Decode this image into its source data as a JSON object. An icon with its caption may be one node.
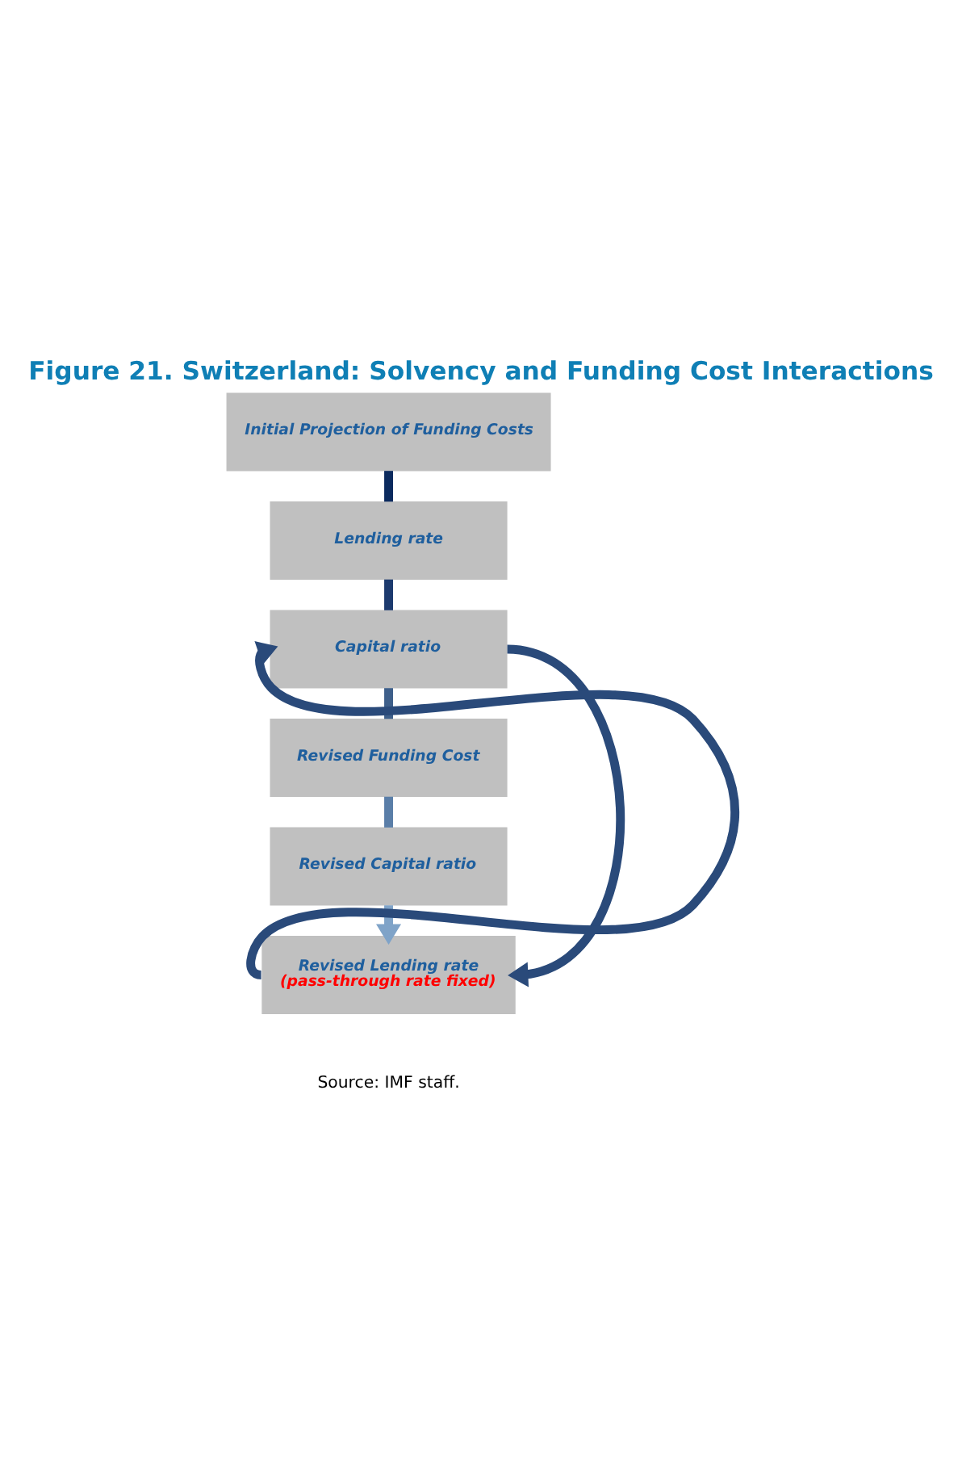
{
  "diagram": {
    "title": "Figure 21. Switzerland: Solvency and Funding Cost Interactions",
    "caption": "Source: IMF staff.",
    "nodes": [
      {
        "text": [
          "Initial Projection of Funding Costs"
        ]
      },
      {
        "text": [
          "Lending rate"
        ]
      },
      {
        "text": [
          "Capital ratio"
        ]
      },
      {
        "text": [
          "Revised Funding Cost"
        ]
      },
      {
        "text": [
          "Revised Capital ratio"
        ]
      },
      {
        "text": [
          "Revised Lending rate",
          "(pass-through rate fixed)"
        ]
      }
    ],
    "edges": [
      {
        "from": 0,
        "to": 1,
        "arrow": "none"
      },
      {
        "from": 1,
        "to": 2,
        "arrow": "none"
      },
      {
        "from": 2,
        "to": 3,
        "arrow": "none"
      },
      {
        "from": 3,
        "to": 4,
        "arrow": "none"
      },
      {
        "from": 4,
        "to": 5,
        "arrow": "to"
      },
      {
        "from": 5,
        "to": 2,
        "arrow": "to"
      },
      {
        "from": 2,
        "to": 5,
        "arrow": "to"
      }
    ]
  }
}
